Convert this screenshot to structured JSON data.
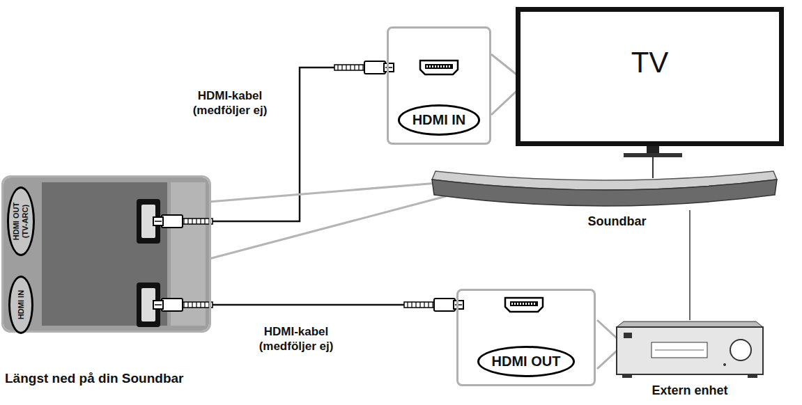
{
  "diagram": {
    "nodes": [
      {
        "text": [
          "HDMI IN"
        ]
      },
      {
        "text": [
          "TV"
        ]
      },
      {
        "text": [
          "Längst ned på din Soundbar"
        ]
      },
      {
        "text": [
          "HDMI OUT (TV-ARC)"
        ],
        "in": 2
      },
      {
        "text": [
          "HDMI IN"
        ],
        "in": 2
      },
      {
        "text": [
          "Soundbar"
        ]
      },
      {
        "text": [
          "HDMI OUT"
        ]
      },
      {
        "text": [
          "Extern enhet"
        ]
      }
    ],
    "edges": [
      {
        "from": 2,
        "to": 0,
        "arrow": "none",
        "label": "HDMI-kabel (medföljer ej)"
      },
      {
        "from": 2,
        "to": 6,
        "arrow": "none",
        "label": "HDMI-kabel (medföljer ej)"
      },
      {
        "from": 5,
        "to": 7,
        "arrow": "none"
      }
    ]
  }
}
